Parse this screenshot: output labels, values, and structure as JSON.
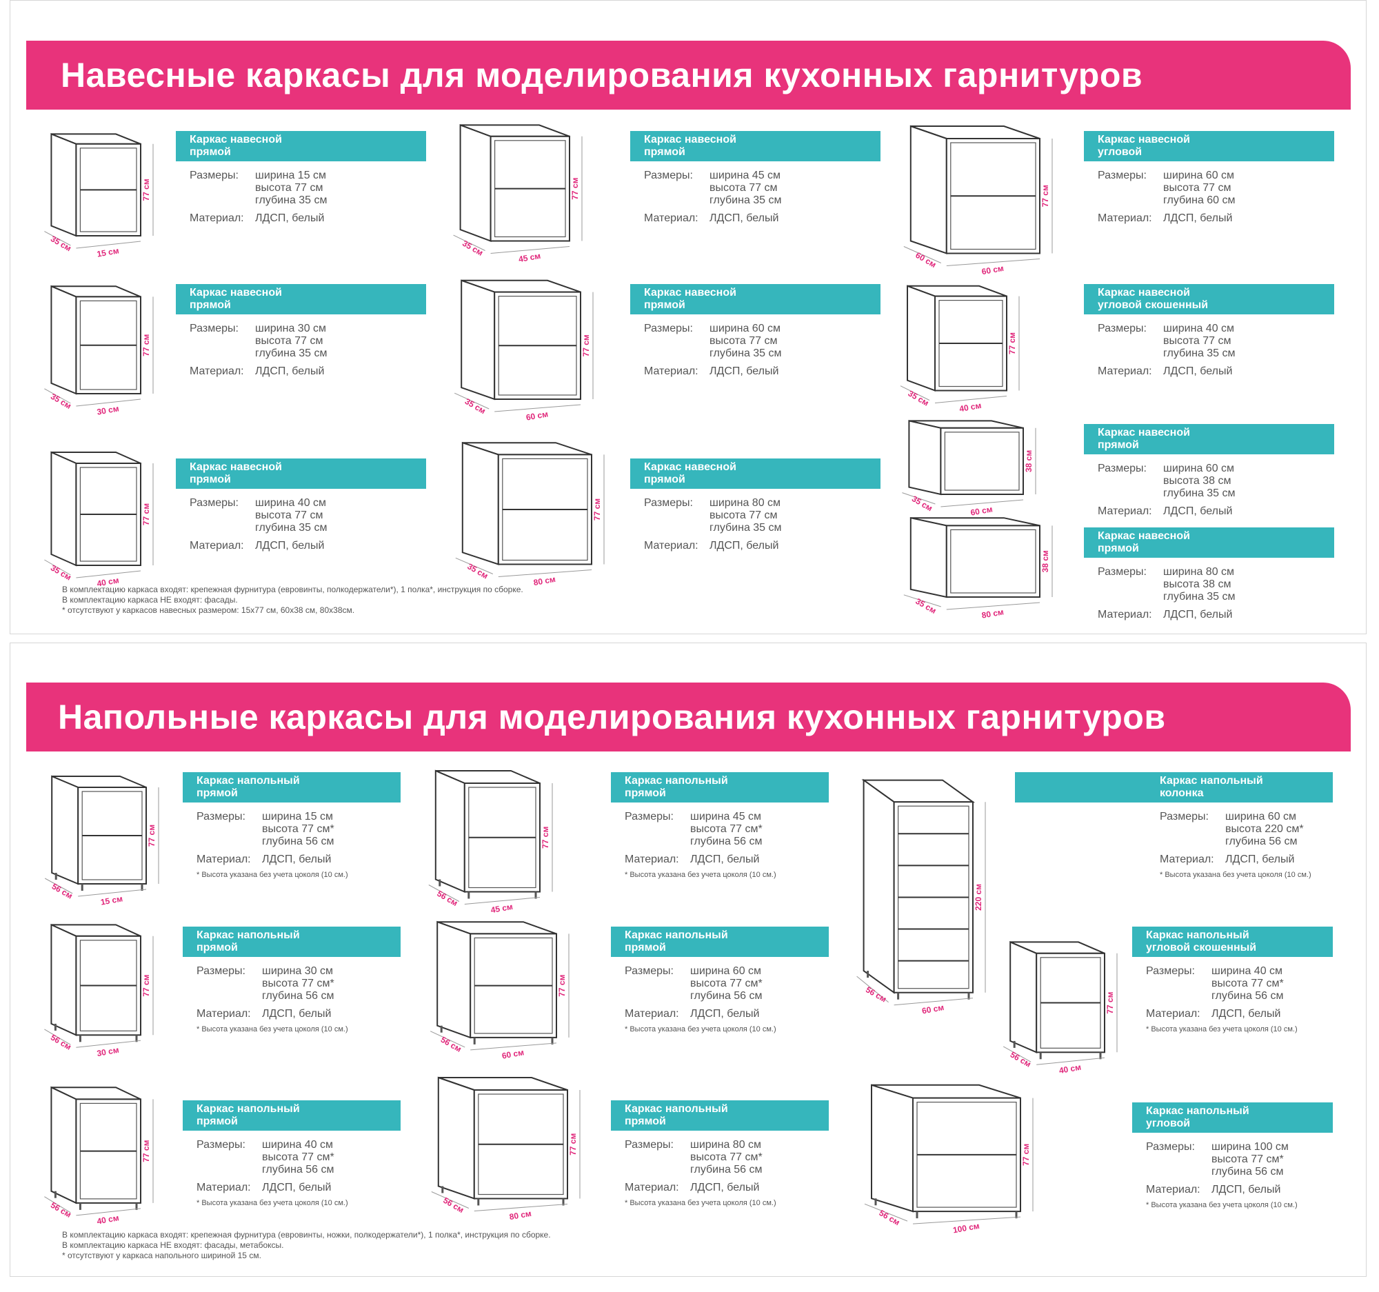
{
  "colors": {
    "banner": "#e8337b",
    "header": "#36b6bc",
    "dimension": "#e0267a"
  },
  "wall": {
    "title": "Навесные каркасы для моделирования кухонных гарнитуров",
    "footnotes": [
      "В комплектацию каркаса входят: крепежная фурнитура (евровинты, полкодержатели*), 1 полка*, инструкция по сборке.",
      "В комплектацию каркаса НЕ входят: фасады.",
      "* отсутствуют у каркасов навесных размером: 15х77 см, 60х38 см, 80х38см."
    ],
    "cards": [
      {
        "title1": "Каркас навесной",
        "title2": "прямой",
        "width": "ширина 15 см",
        "height": "высота 77 см",
        "depth": "глубина 35 см",
        "dim_w": "15 см",
        "dim_h": "77 см",
        "dim_d": "35 см"
      },
      {
        "title1": "Каркас навесной",
        "title2": "прямой",
        "width": "ширина 30 см",
        "height": "высота 77 см",
        "depth": "глубина 35 см",
        "dim_w": "30 см",
        "dim_h": "77 см",
        "dim_d": "35 см"
      },
      {
        "title1": "Каркас навесной",
        "title2": "прямой",
        "width": "ширина 40 см",
        "height": "высота 77 см",
        "depth": "глубина 35 см",
        "dim_w": "40 см",
        "dim_h": "77 см",
        "dim_d": "35 см"
      },
      {
        "title1": "Каркас навесной",
        "title2": "прямой",
        "width": "ширина 45 см",
        "height": "высота 77 см",
        "depth": "глубина 35 см",
        "dim_w": "45 см",
        "dim_h": "77 см",
        "dim_d": "35 см"
      },
      {
        "title1": "Каркас навесной",
        "title2": "прямой",
        "width": "ширина 60 см",
        "height": "высота 77 см",
        "depth": "глубина 35 см",
        "dim_w": "60 см",
        "dim_h": "77 см",
        "dim_d": "35 см"
      },
      {
        "title1": "Каркас навесной",
        "title2": "прямой",
        "width": "ширина 80 см",
        "height": "высота 77 см",
        "depth": "глубина 35 см",
        "dim_w": "80 см",
        "dim_h": "77 см",
        "dim_d": "35 см"
      },
      {
        "title1": "Каркас навесной",
        "title2": "угловой",
        "width": "ширина 60 см",
        "height": "высота 77 см",
        "depth": "глубина 60 см",
        "dim_w": "60 см",
        "dim_h": "77 см",
        "dim_d": "60 см"
      },
      {
        "title1": "Каркас навесной",
        "title2": "угловой скошенный",
        "width": "ширина 40 см",
        "height": "высота 77 см",
        "depth": "глубина 35 см",
        "dim_w": "40 см",
        "dim_h": "77 см",
        "dim_d": "35 см"
      },
      {
        "title1": "Каркас навесной",
        "title2": "прямой",
        "width": "ширина 60 см",
        "height": "высота 38 см",
        "depth": "глубина 35 см",
        "dim_w": "60 см",
        "dim_h": "38 см",
        "dim_d": "35 см"
      },
      {
        "title1": "Каркас навесной",
        "title2": "прямой",
        "width": "ширина 80 см",
        "height": "высота 38 см",
        "depth": "глубина 35 см",
        "dim_w": "80 см",
        "dim_h": "38 см",
        "dim_d": "35 см"
      }
    ]
  },
  "floor": {
    "title": "Напольные каркасы для моделирования кухонных гарнитуров",
    "footnotes": [
      "В комплектацию каркаса входят: крепежная фурнитура (евровинты, ножки, полкодержатели*), 1 полка*, инструкция по сборке.",
      "В комплектацию каркаса НЕ входят: фасады, метабоксы.",
      "* отсутствуют у каркаса напольного шириной 15 см."
    ],
    "cards": [
      {
        "title1": "Каркас напольный",
        "title2": "прямой",
        "width": "ширина 15 см",
        "height": "высота 77 см*",
        "depth": "глубина 56 см",
        "dim_w": "15 см",
        "dim_h": "77 см",
        "dim_d": "56 см"
      },
      {
        "title1": "Каркас напольный",
        "title2": "прямой",
        "width": "ширина 30 см",
        "height": "высота 77 см*",
        "depth": "глубина 56 см",
        "dim_w": "30 см",
        "dim_h": "77 см",
        "dim_d": "56 см"
      },
      {
        "title1": "Каркас напольный",
        "title2": "прямой",
        "width": "ширина 40 см",
        "height": "высота 77 см*",
        "depth": "глубина 56 см",
        "dim_w": "40 см",
        "dim_h": "77 см",
        "dim_d": "56 см"
      },
      {
        "title1": "Каркас напольный",
        "title2": "прямой",
        "width": "ширина 45 см",
        "height": "высота 77 см*",
        "depth": "глубина 56 см",
        "dim_w": "45 см",
        "dim_h": "77 см",
        "dim_d": "56 см"
      },
      {
        "title1": "Каркас напольный",
        "title2": "прямой",
        "width": "ширина 60 см",
        "height": "высота 77 см*",
        "depth": "глубина 56 см",
        "dim_w": "60 см",
        "dim_h": "77 см",
        "dim_d": "56 см"
      },
      {
        "title1": "Каркас напольный",
        "title2": "прямой",
        "width": "ширина 80 см",
        "height": "высота 77 см*",
        "depth": "глубина 56 см",
        "dim_w": "80 см",
        "dim_h": "77 см",
        "dim_d": "56 см"
      },
      {
        "title1": "Каркас напольный",
        "title2": "колонка",
        "width": "ширина 60 см",
        "height": "высота 220 см*",
        "depth": "глубина 56 см",
        "dim_w": "60 см",
        "dim_h": "220 см",
        "dim_d": "56 см"
      },
      {
        "title1": "Каркас напольный",
        "title2": "угловой скошенный",
        "width": "ширина 40 см",
        "height": "высота 77 см*",
        "depth": "глубина 56 см",
        "dim_w": "40 см",
        "dim_h": "77 см",
        "dim_d": "56 см"
      },
      {
        "title1": "Каркас напольный",
        "title2": "угловой",
        "width": "ширина 100 см",
        "height": "высота 77 см*",
        "depth": "глубина 56 см",
        "dim_w": "100 см",
        "dim_h": "77 см",
        "dim_d": "56 см"
      }
    ]
  },
  "labels": {
    "sizes": "Размеры:",
    "material": "Материал:",
    "material_value": "ЛДСП, белый",
    "height_note": "* Высота указана без учета цоколя (10 см.)"
  }
}
